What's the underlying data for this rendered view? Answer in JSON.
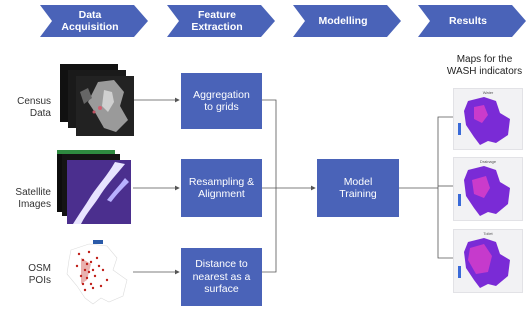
{
  "stages": [
    {
      "label": "Data\nAcquisition"
    },
    {
      "label": "Feature\nExtraction"
    },
    {
      "label": "Modelling"
    },
    {
      "label": "Results"
    }
  ],
  "sources": [
    {
      "label": "Census\nData"
    },
    {
      "label": "Satellite\nImages"
    },
    {
      "label": "OSM\nPOIs"
    }
  ],
  "features": [
    {
      "label": "Aggregation\nto grids"
    },
    {
      "label": "Resampling &\nAlignment"
    },
    {
      "label": "Distance to\nnearest as a\nsurface"
    }
  ],
  "model": {
    "label": "Model\nTraining"
  },
  "results": {
    "title": "Maps for the\nWASH indicators",
    "maps": [
      {
        "caption": "Water"
      },
      {
        "caption": "Drainage"
      },
      {
        "caption": "Toilet"
      }
    ]
  },
  "colors": {
    "chevron": "#4a63b8",
    "box": "#4a63b8",
    "connector": "#555555",
    "map_fill": "#7a2bd6",
    "map_highlight": "#e040c8"
  }
}
